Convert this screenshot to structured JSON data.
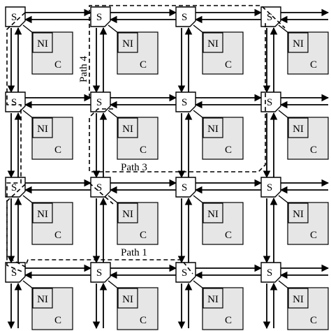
{
  "diagram": {
    "switch_label": "S",
    "interface_label": "NI",
    "core_label": "C",
    "colors": {
      "line": "#000000",
      "core_fill": "#e6e6e6",
      "switch_fill": "#ffffff",
      "background": "#ffffff"
    },
    "grid": {
      "rows": 4,
      "cols": 4
    },
    "path_labels": [
      {
        "id": "path-1",
        "text": "Path 1"
      },
      {
        "id": "path-3",
        "text": "Path 3"
      },
      {
        "id": "path-4",
        "text": "Path 4"
      }
    ],
    "icons": {
      "link": "double-arrow-link",
      "path": "dashed-route"
    }
  }
}
